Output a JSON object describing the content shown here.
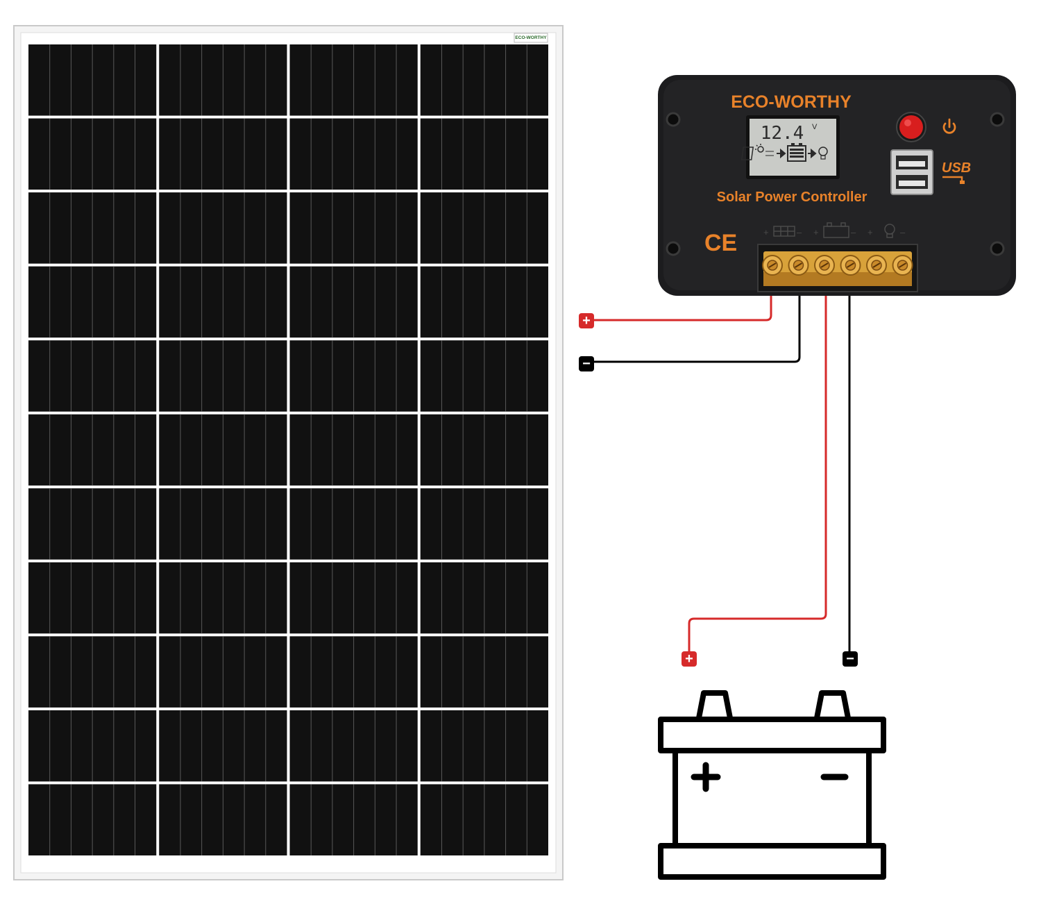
{
  "panel": {
    "label_brand": "ECO-WORTHY",
    "rows": 11,
    "cols": 4,
    "frame_color": "#d9d9d9",
    "cell_color": "#111111"
  },
  "controller": {
    "brand": "ECO-WORTHY",
    "title": "Solar Power Controller",
    "lcd_reading": "12.4",
    "lcd_unit": "V",
    "ce_mark": "CE",
    "usb_label": "USB",
    "power_icon": "power-icon",
    "accent_color": "#e8822a",
    "body_color": "#1c1c1e",
    "power_button_color": "#d81e1e"
  },
  "wiring": {
    "positive_color": "#d62a2a",
    "negative_color": "#000000",
    "panel_positive_symbol": "+",
    "panel_negative_symbol": "−",
    "battery_positive_symbol": "+",
    "battery_negative_symbol": "−"
  },
  "battery": {
    "icon": "battery-icon",
    "positive_symbol": "+",
    "negative_symbol": "−"
  }
}
